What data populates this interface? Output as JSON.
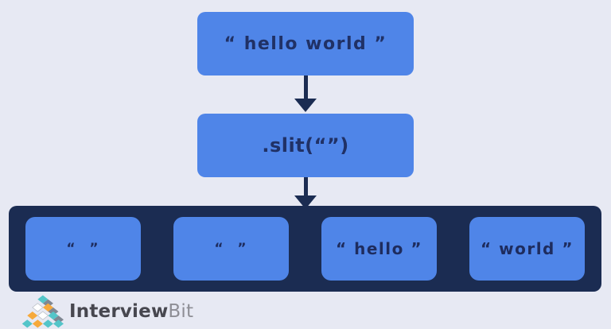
{
  "diagram": {
    "input_box": {
      "label": "“ hello world ”"
    },
    "operation_box": {
      "label": ".slit(“”)"
    },
    "result_boxes": [
      {
        "label": "“  ”"
      },
      {
        "label": "“  ”"
      },
      {
        "label": "“ hello ”"
      },
      {
        "label": "“ world ”"
      }
    ]
  },
  "branding": {
    "name_primary": "Interview",
    "name_secondary": "Bit"
  },
  "colors": {
    "background": "#e7e9f3",
    "box_blue": "#4f85e8",
    "container_navy": "#1b2c52",
    "text_navy": "#203166",
    "logo_teal": "#53c5c9",
    "logo_orange": "#f6a93b",
    "logo_white": "#ffffff",
    "logo_gray": "#7f8792",
    "logo_text_dark": "#47474f",
    "logo_text_light": "#8e8e95"
  }
}
